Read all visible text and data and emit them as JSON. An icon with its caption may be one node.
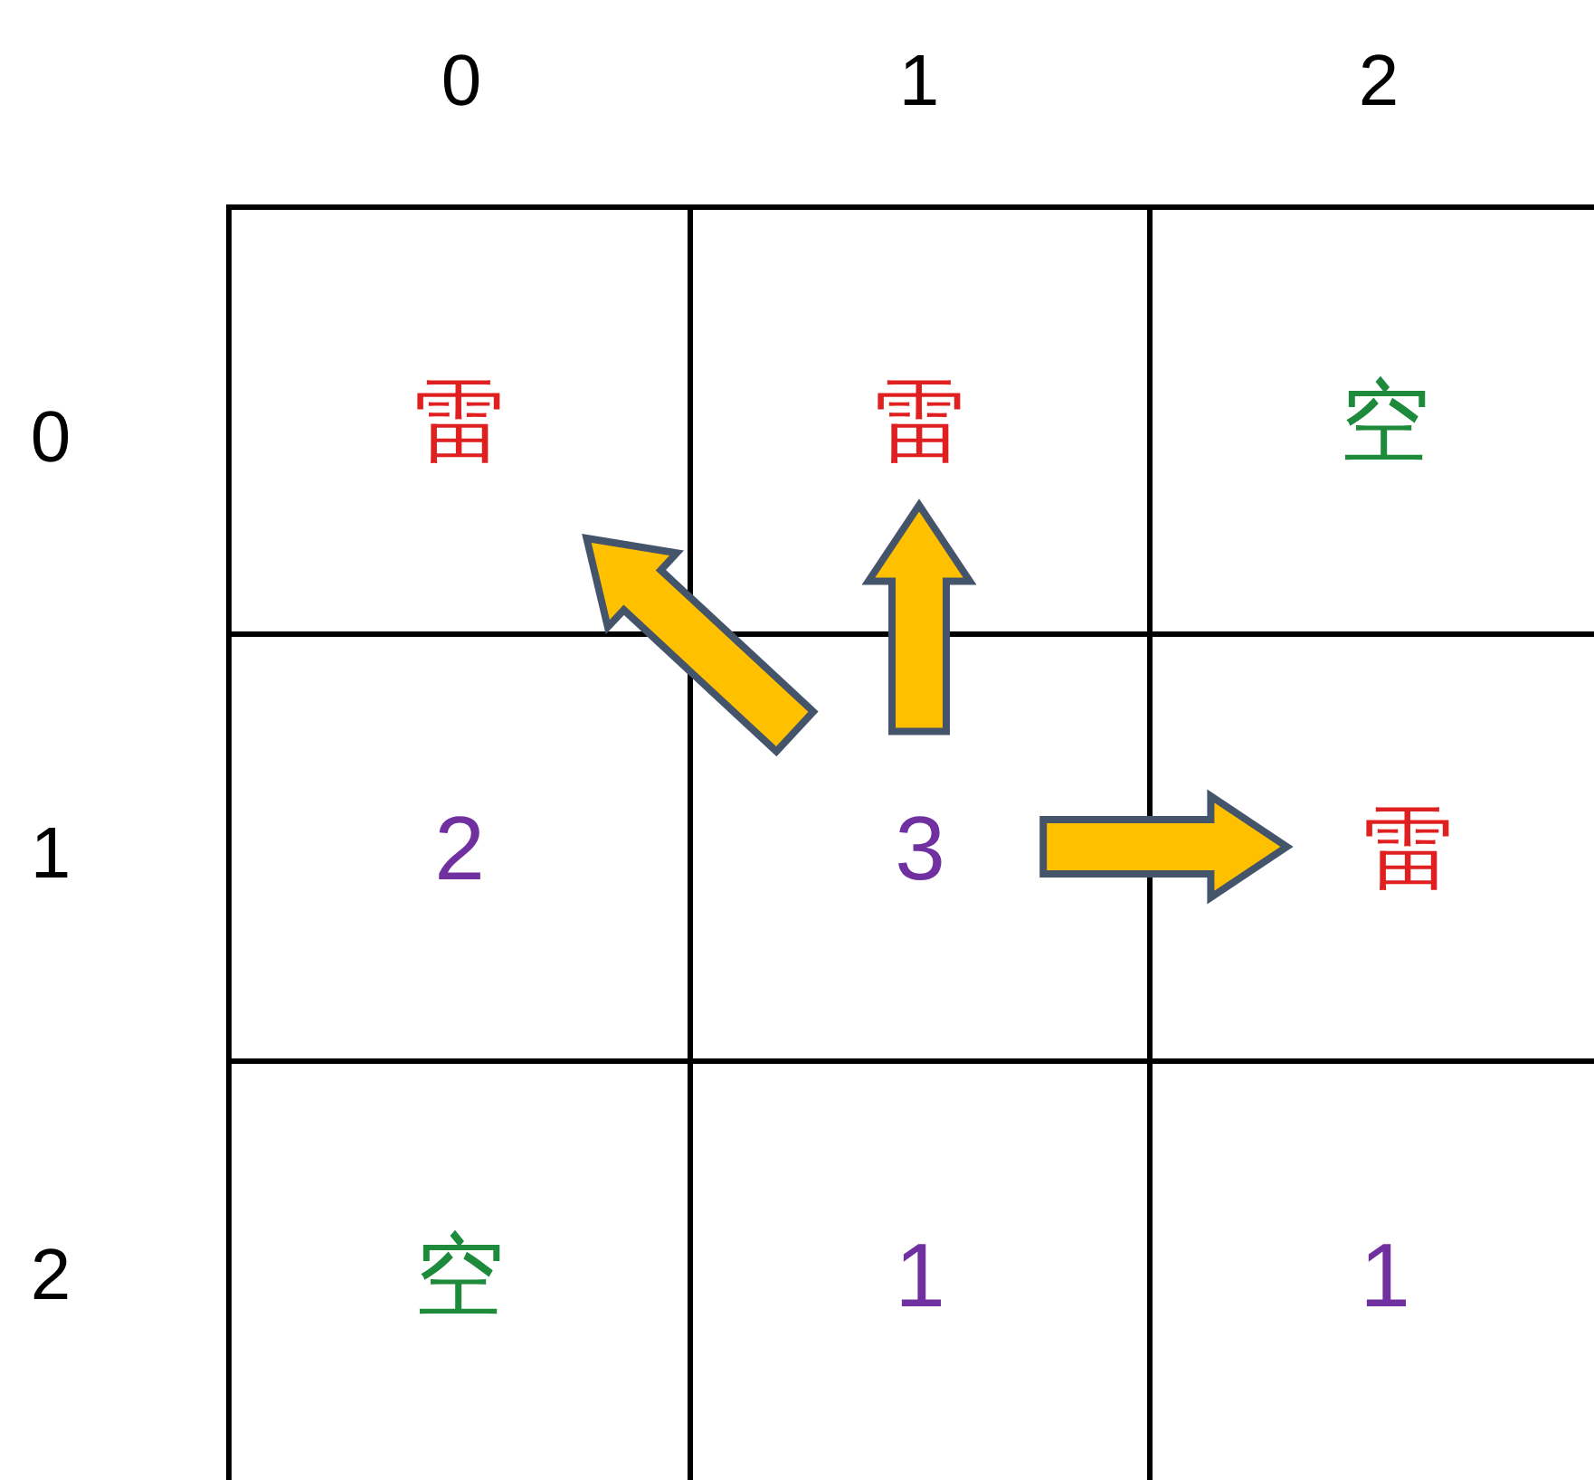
{
  "diagram": {
    "nodes": [
      {
        "text": [
          "雷"
        ]
      },
      {
        "text": [
          "雷"
        ]
      },
      {
        "text": [
          "空"
        ]
      },
      {
        "text": [
          "2"
        ]
      },
      {
        "text": [
          "3"
        ]
      },
      {
        "text": [
          "雷"
        ]
      },
      {
        "text": [
          "空"
        ]
      },
      {
        "text": [
          "1"
        ]
      },
      {
        "text": [
          "1"
        ]
      }
    ],
    "edges": [
      {
        "from": 4,
        "to": 0,
        "arrow": "to"
      },
      {
        "from": 4,
        "to": 1,
        "arrow": "to"
      },
      {
        "from": 4,
        "to": 5,
        "arrow": "to"
      }
    ],
    "labels": [
      "0",
      "1",
      "2",
      "0",
      "1",
      "2"
    ]
  }
}
